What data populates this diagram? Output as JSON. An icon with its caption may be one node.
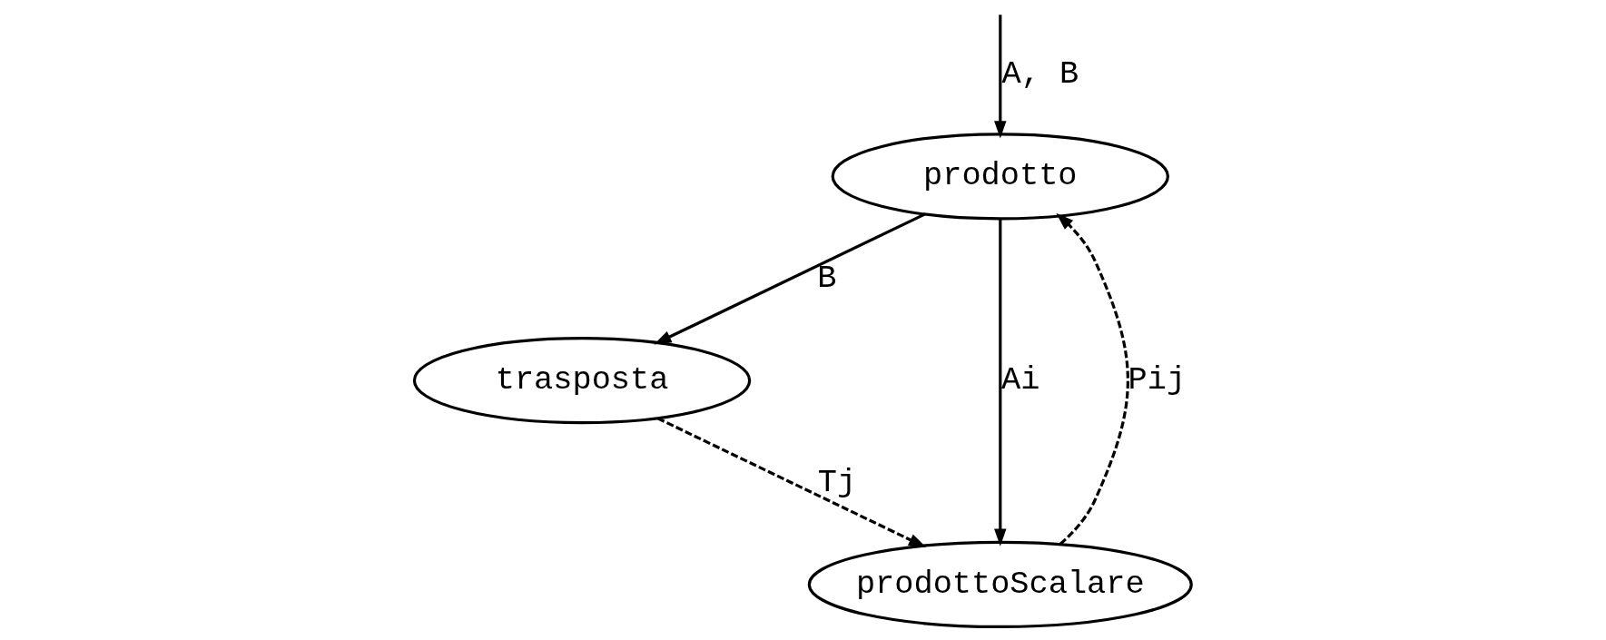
{
  "diagram": {
    "nodes": [
      {
        "text": [
          "prodotto"
        ]
      },
      {
        "text": [
          "trasposta"
        ]
      },
      {
        "text": [
          "prodottoScalare"
        ]
      }
    ],
    "edges": [
      {
        "from": null,
        "to": 0,
        "arrow": "to",
        "label": "A, B"
      },
      {
        "from": 0,
        "to": 1,
        "arrow": "to",
        "label": "B"
      },
      {
        "from": 0,
        "to": 2,
        "arrow": "to",
        "label": "Ai"
      },
      {
        "from": 1,
        "to": 2,
        "arrow": "to",
        "label": "Tj",
        "style": "dashed"
      },
      {
        "from": 2,
        "to": 0,
        "arrow": "to",
        "label": "Pij",
        "style": "dashed"
      }
    ]
  }
}
